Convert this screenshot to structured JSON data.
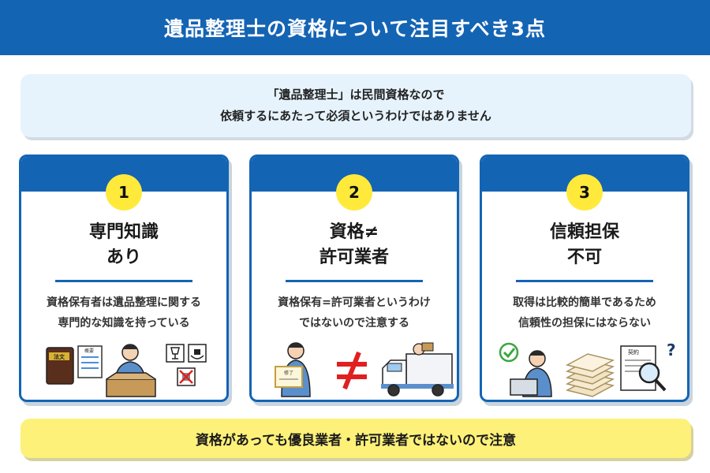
{
  "header": {
    "title": "遺品整理士の資格について注目すべき3点"
  },
  "notice": {
    "line1": "「遺品整理士」は民間資格なので",
    "line2": "依頼するにあたって必須というわけではありません"
  },
  "cards": [
    {
      "number": "1",
      "title_line1": "専門知識",
      "title_line2": "あり",
      "desc_line1": "資格保有者は遺品整理に関する",
      "desc_line2": "専門的な知識を持っている",
      "illus_labels": {
        "book": "法文",
        "sheet": "概要"
      }
    },
    {
      "number": "2",
      "title_line1": "資格≠",
      "title_line2": "許可業者",
      "desc_line1": "資格保有=許可業者というわけ",
      "desc_line2": "ではないので注意する",
      "illus_labels": {
        "certificate": "修了"
      }
    },
    {
      "number": "3",
      "title_line1": "信頼担保",
      "title_line2": "不可",
      "desc_line1": "取得は比較的簡単であるため",
      "desc_line2": "信頼性の担保にはならない",
      "illus_labels": {
        "contract": "契約",
        "question": "?"
      }
    }
  ],
  "bottom": {
    "text": "資格があっても優良業者・許可業者ではないので注意"
  },
  "colors": {
    "primary": "#1464b4",
    "accent_yellow": "#ffea3c",
    "banner_yellow": "#fdf17a",
    "notice_bg": "#e6f3fc",
    "not_equal_red": "#e02020"
  }
}
